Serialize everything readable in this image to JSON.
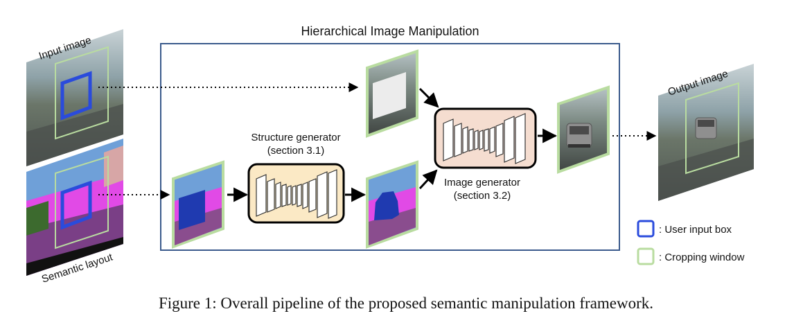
{
  "figure": {
    "panel_title": "Hierarchical Image Manipulation",
    "input_label": "Input image",
    "layout_label": "Semantic layout",
    "output_label": "Output image",
    "structure_generator": {
      "name": "Structure generator",
      "section": "(section 3.1)"
    },
    "image_generator": {
      "name": "Image generator",
      "section": "(section 3.2)"
    },
    "legend": {
      "user_box": ": User input box",
      "crop_window": ": Cropping window"
    },
    "caption": "Figure 1: Overall pipeline of the proposed semantic manipulation framework."
  },
  "colors": {
    "panel_border": "#3a5a8c",
    "user_box": "#2a4bdc",
    "crop_window": "#b9dca0",
    "generator_structure_fill": "#fbe9c5",
    "generator_image_fill": "#f5ddd0"
  },
  "icons": [
    "dotted-arrow-icon",
    "solid-arrow-icon",
    "encoder-decoder-icon"
  ]
}
